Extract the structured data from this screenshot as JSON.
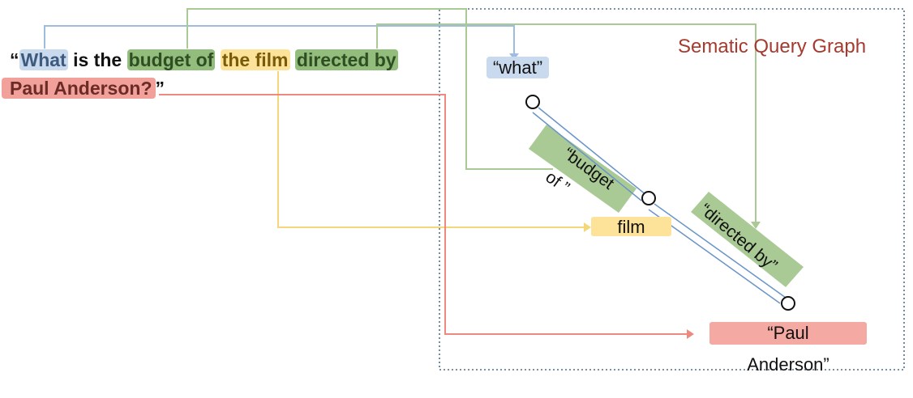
{
  "question": {
    "open_quote": "“",
    "what": "What",
    "is_the": " is the ",
    "budget_of": "budget of",
    "space1": " ",
    "the_film": "the film",
    "space2": " ",
    "directed_by": "directed by",
    "paul_anderson": "Paul Anderson?",
    "close_quote": "”"
  },
  "graph": {
    "title": "Sematic Query Graph",
    "labels": {
      "what": "“what”",
      "film": "film",
      "paul": "“Paul",
      "anderson": "Anderson”"
    },
    "edges": {
      "budget_line1": "“budget",
      "budget_line2": "of ”",
      "directed_by": "“directed by”"
    }
  },
  "colors": {
    "blue": "#9dbde0",
    "green": "#a9c995",
    "yellow": "#f4d77a",
    "red": "#ec8a80",
    "edge_blue": "#6a95c8",
    "box_border": "#4e6f8c",
    "title": "#a63a2e"
  }
}
